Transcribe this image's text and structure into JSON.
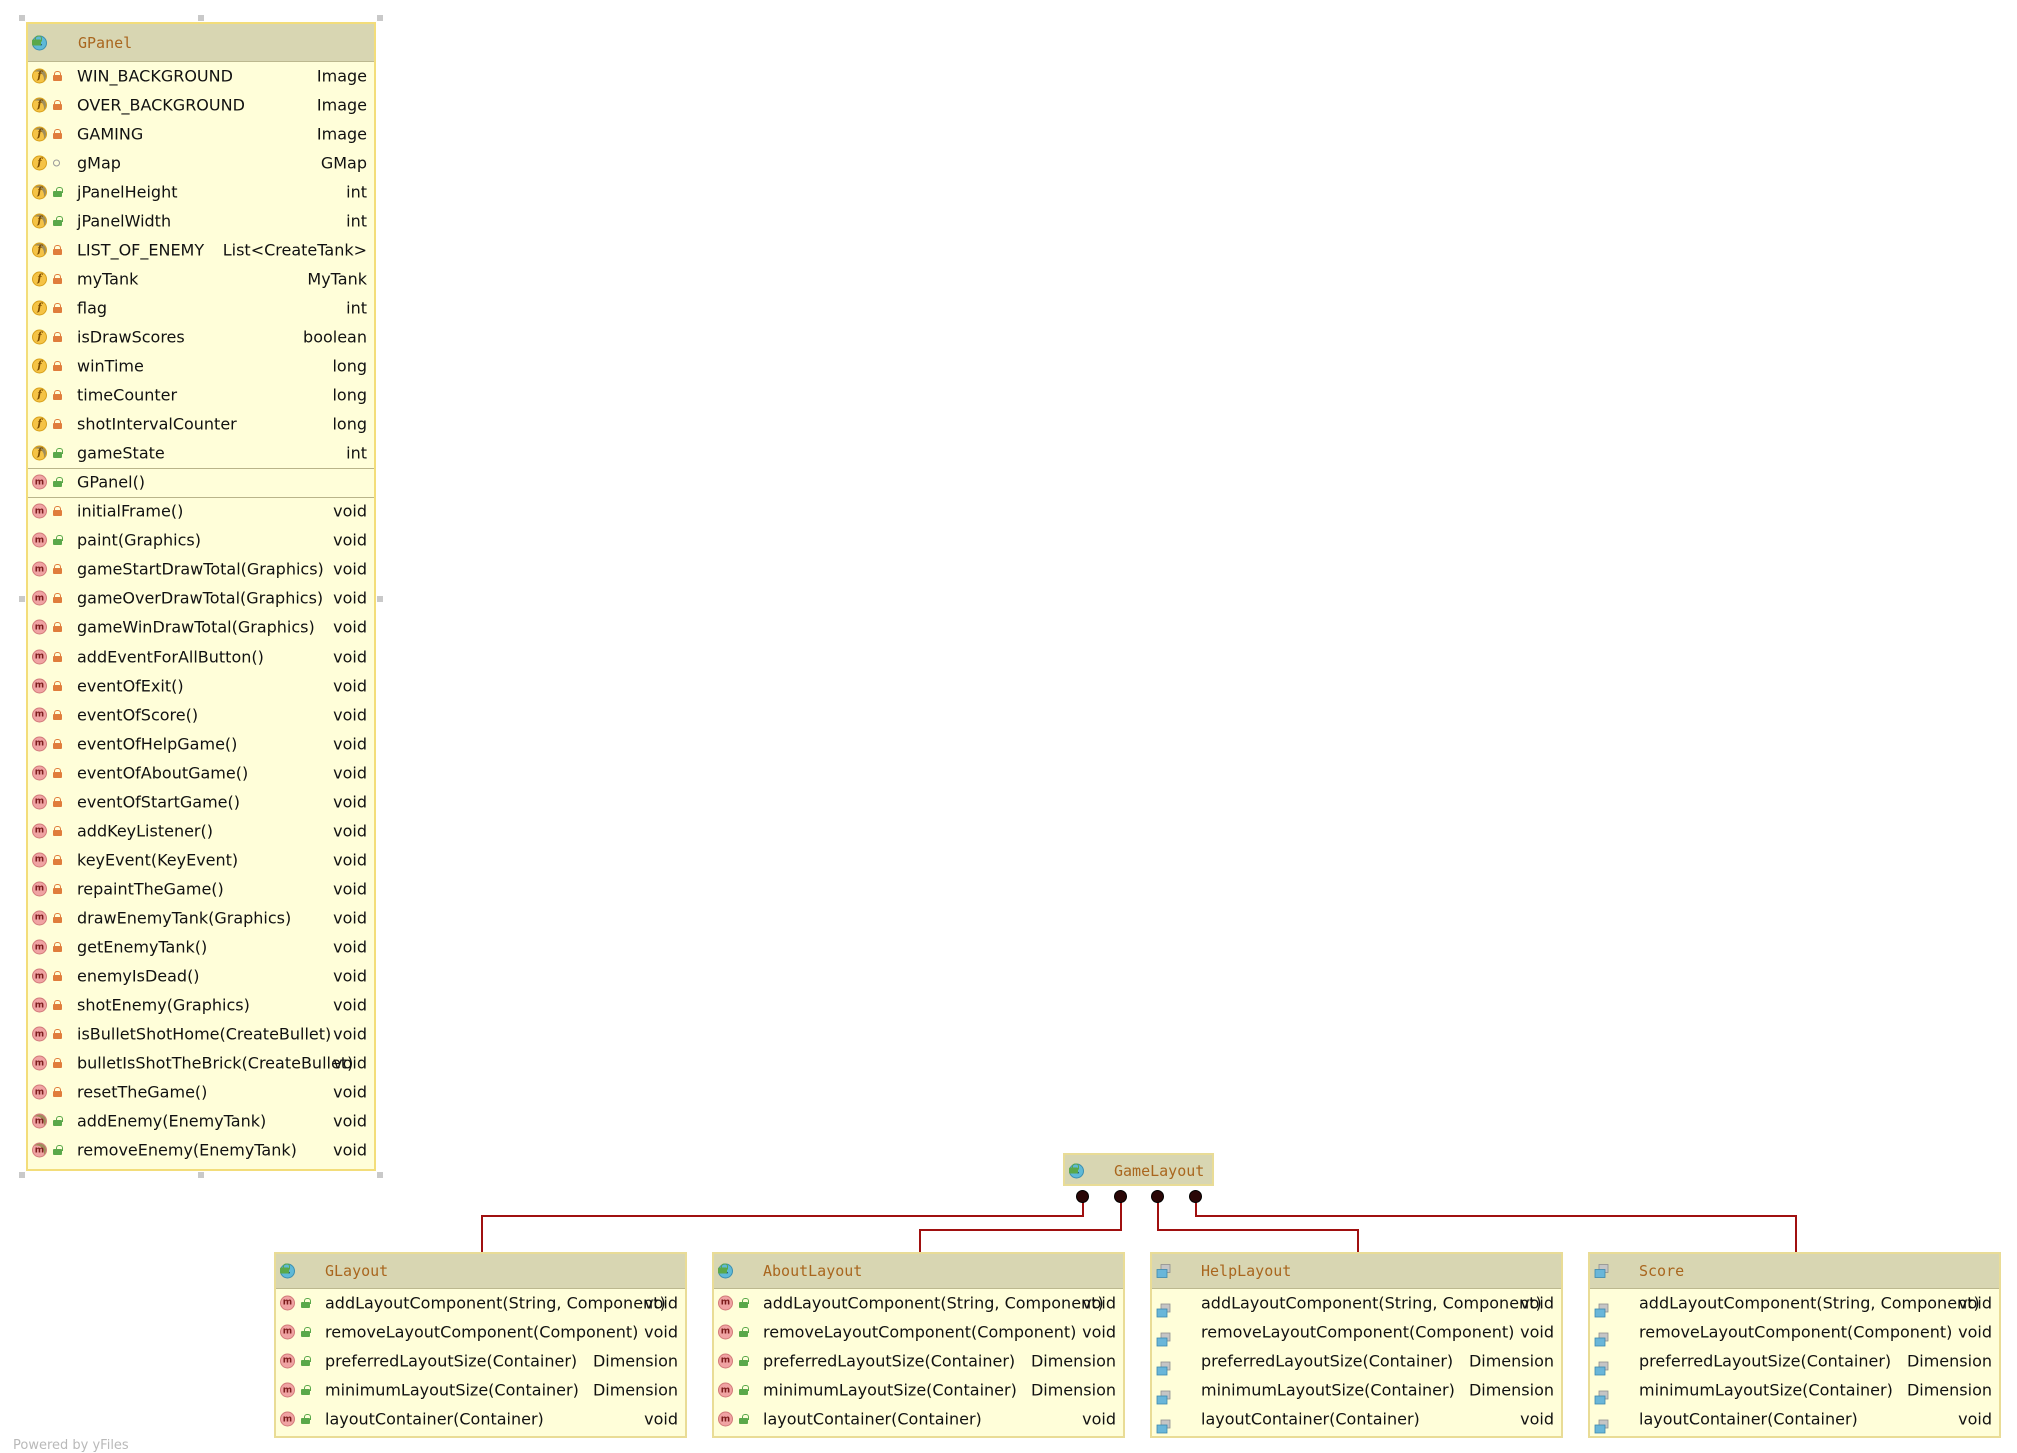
{
  "diagram": {
    "classes": {
      "gpanel": {
        "name": "GPanel",
        "kind": "class",
        "fields": [
          {
            "icon": "static-final-field",
            "access": "private",
            "name": "WIN_BACKGROUND",
            "type": "Image"
          },
          {
            "icon": "static-final-field",
            "access": "private",
            "name": "OVER_BACKGROUND",
            "type": "Image"
          },
          {
            "icon": "static-final-field",
            "access": "private",
            "name": "GAMING",
            "type": "Image"
          },
          {
            "icon": "field",
            "access": "package",
            "name": "gMap",
            "type": "GMap"
          },
          {
            "icon": "static-field",
            "access": "public",
            "name": "jPanelHeight",
            "type": "int"
          },
          {
            "icon": "static-field",
            "access": "public",
            "name": "jPanelWidth",
            "type": "int"
          },
          {
            "icon": "static-final-field",
            "access": "private",
            "name": "LIST_OF_ENEMY",
            "type": "List<CreateTank>"
          },
          {
            "icon": "field",
            "access": "private",
            "name": "myTank",
            "type": "MyTank"
          },
          {
            "icon": "field",
            "access": "private",
            "name": "flag",
            "type": "int"
          },
          {
            "icon": "field",
            "access": "private",
            "name": "isDrawScores",
            "type": "boolean"
          },
          {
            "icon": "field",
            "access": "private",
            "name": "winTime",
            "type": "long"
          },
          {
            "icon": "field",
            "access": "private",
            "name": "timeCounter",
            "type": "long"
          },
          {
            "icon": "field",
            "access": "private",
            "name": "shotIntervalCounter",
            "type": "long"
          },
          {
            "icon": "static-field",
            "access": "public",
            "name": "gameState",
            "type": "int"
          }
        ],
        "constructors": [
          {
            "icon": "method",
            "access": "public",
            "name": "GPanel()",
            "type": ""
          }
        ],
        "methods": [
          {
            "icon": "method",
            "access": "private",
            "name": "initialFrame()",
            "type": "void"
          },
          {
            "icon": "method",
            "access": "public",
            "name": "paint(Graphics)",
            "type": "void"
          },
          {
            "icon": "method",
            "access": "private",
            "name": "gameStartDrawTotal(Graphics)",
            "type": "void"
          },
          {
            "icon": "method",
            "access": "private",
            "name": "gameOverDrawTotal(Graphics)",
            "type": "void"
          },
          {
            "icon": "method",
            "access": "private",
            "name": "gameWinDrawTotal(Graphics)",
            "type": "void"
          },
          {
            "icon": "method",
            "access": "private",
            "name": "addEventForAllButton()",
            "type": "void"
          },
          {
            "icon": "method",
            "access": "private",
            "name": "eventOfExit()",
            "type": "void"
          },
          {
            "icon": "method",
            "access": "private",
            "name": "eventOfScore()",
            "type": "void"
          },
          {
            "icon": "method",
            "access": "private",
            "name": "eventOfHelpGame()",
            "type": "void"
          },
          {
            "icon": "method",
            "access": "private",
            "name": "eventOfAboutGame()",
            "type": "void"
          },
          {
            "icon": "method",
            "access": "private",
            "name": "eventOfStartGame()",
            "type": "void"
          },
          {
            "icon": "method",
            "access": "private",
            "name": "addKeyListener()",
            "type": "void"
          },
          {
            "icon": "method",
            "access": "private",
            "name": "keyEvent(KeyEvent)",
            "type": "void"
          },
          {
            "icon": "method",
            "access": "private",
            "name": "repaintTheGame()",
            "type": "void"
          },
          {
            "icon": "method",
            "access": "private",
            "name": "drawEnemyTank(Graphics)",
            "type": "void"
          },
          {
            "icon": "method",
            "access": "private",
            "name": "getEnemyTank()",
            "type": "void"
          },
          {
            "icon": "method",
            "access": "private",
            "name": "enemyIsDead()",
            "type": "void"
          },
          {
            "icon": "method",
            "access": "private",
            "name": "shotEnemy(Graphics)",
            "type": "void"
          },
          {
            "icon": "method",
            "access": "private",
            "name": "isBulletShotHome(CreateBullet)",
            "type": "void"
          },
          {
            "icon": "method",
            "access": "private",
            "name": "bulletIsShotTheBrick(CreateBullet)",
            "type": "void"
          },
          {
            "icon": "method",
            "access": "private",
            "name": "resetTheGame()",
            "type": "void"
          },
          {
            "icon": "static-method",
            "access": "public",
            "name": "addEnemy(EnemyTank)",
            "type": "void"
          },
          {
            "icon": "static-method",
            "access": "public",
            "name": "removeEnemy(EnemyTank)",
            "type": "void"
          }
        ]
      },
      "gamelayout": {
        "name": "GameLayout",
        "kind": "class",
        "access": "public"
      },
      "layouts": [
        {
          "name": "GLayout",
          "kind": "class",
          "access": "public",
          "methods": [
            {
              "icon": "method",
              "access": "public",
              "name": "addLayoutComponent(String, Component)",
              "type": "void"
            },
            {
              "icon": "method",
              "access": "public",
              "name": "removeLayoutComponent(Component)",
              "type": "void"
            },
            {
              "icon": "method",
              "access": "public",
              "name": "preferredLayoutSize(Container)",
              "type": "Dimension"
            },
            {
              "icon": "method",
              "access": "public",
              "name": "minimumLayoutSize(Container)",
              "type": "Dimension"
            },
            {
              "icon": "method",
              "access": "public",
              "name": "layoutContainer(Container)",
              "type": "void"
            }
          ]
        },
        {
          "name": "AboutLayout",
          "kind": "class",
          "access": "public",
          "methods": [
            {
              "icon": "method",
              "access": "public",
              "name": "addLayoutComponent(String, Component)",
              "type": "void"
            },
            {
              "icon": "method",
              "access": "public",
              "name": "removeLayoutComponent(Component)",
              "type": "void"
            },
            {
              "icon": "method",
              "access": "public",
              "name": "preferredLayoutSize(Container)",
              "type": "Dimension"
            },
            {
              "icon": "method",
              "access": "public",
              "name": "minimumLayoutSize(Container)",
              "type": "Dimension"
            },
            {
              "icon": "method",
              "access": "public",
              "name": "layoutContainer(Container)",
              "type": "void"
            }
          ]
        },
        {
          "name": "HelpLayout",
          "kind": "placeholder",
          "methods": [
            {
              "icon": "placeholder",
              "access": "none",
              "name": "addLayoutComponent(String, Component)",
              "type": "void"
            },
            {
              "icon": "placeholder",
              "access": "none",
              "name": "removeLayoutComponent(Component)",
              "type": "void"
            },
            {
              "icon": "placeholder",
              "access": "none",
              "name": "preferredLayoutSize(Container)",
              "type": "Dimension"
            },
            {
              "icon": "placeholder",
              "access": "none",
              "name": "minimumLayoutSize(Container)",
              "type": "Dimension"
            },
            {
              "icon": "placeholder",
              "access": "none",
              "name": "layoutContainer(Container)",
              "type": "void"
            }
          ]
        },
        {
          "name": "Score",
          "kind": "placeholder",
          "methods": [
            {
              "icon": "placeholder",
              "access": "none",
              "name": "addLayoutComponent(String, Component)",
              "type": "void"
            },
            {
              "icon": "placeholder",
              "access": "none",
              "name": "removeLayoutComponent(Component)",
              "type": "void"
            },
            {
              "icon": "placeholder",
              "access": "none",
              "name": "preferredLayoutSize(Container)",
              "type": "Dimension"
            },
            {
              "icon": "placeholder",
              "access": "none",
              "name": "minimumLayoutSize(Container)",
              "type": "Dimension"
            },
            {
              "icon": "placeholder",
              "access": "none",
              "name": "layoutContainer(Container)",
              "type": "void"
            }
          ]
        }
      ]
    },
    "edges": [
      {
        "from": "GLayout",
        "to": "GameLayout",
        "kind": "inner-class"
      },
      {
        "from": "AboutLayout",
        "to": "GameLayout",
        "kind": "inner-class"
      },
      {
        "from": "HelpLayout",
        "to": "GameLayout",
        "kind": "inner-class"
      },
      {
        "from": "Score",
        "to": "GameLayout",
        "kind": "inner-class"
      }
    ],
    "colors": {
      "box_fill": "#fffed9",
      "header_fill": "#d8d6b2",
      "title_text": "#a9661e",
      "edge": "#a01010"
    }
  },
  "footer": {
    "powered_by": "Powered by yFiles"
  }
}
